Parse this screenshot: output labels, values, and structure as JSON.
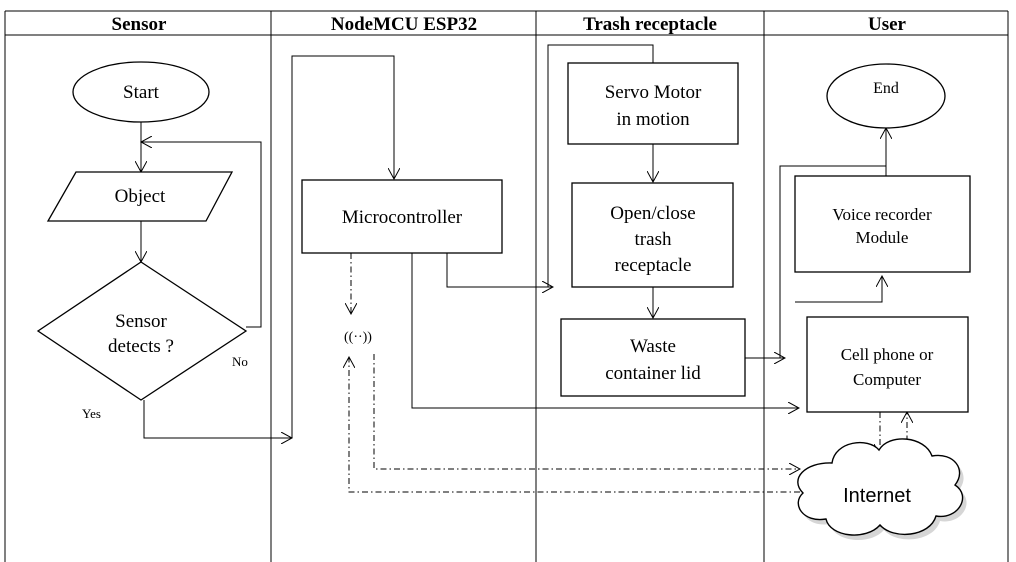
{
  "lanes": {
    "sensor": "Sensor",
    "node": "NodeMCU ESP32",
    "trash": "Trash receptacle",
    "user": "User"
  },
  "nodes": {
    "start": "Start",
    "object": "Object",
    "decision_line1": "Sensor",
    "decision_line2": "detects ?",
    "no": "No",
    "yes": "Yes",
    "microcontroller": "Microcontroller",
    "wifi_glyph": "((··))",
    "servo_line1": "Servo Motor",
    "servo_line2": "in motion",
    "open_line1": "Open/close",
    "open_line2": "trash",
    "open_line3": "receptacle",
    "lid_line1": "Waste",
    "lid_line2": "container lid",
    "end": "End",
    "voice_line1": "Voice recorder",
    "voice_line2": "Module",
    "phone_line1": "Cell phone or",
    "phone_line2": "Computer",
    "internet": "Internet"
  }
}
